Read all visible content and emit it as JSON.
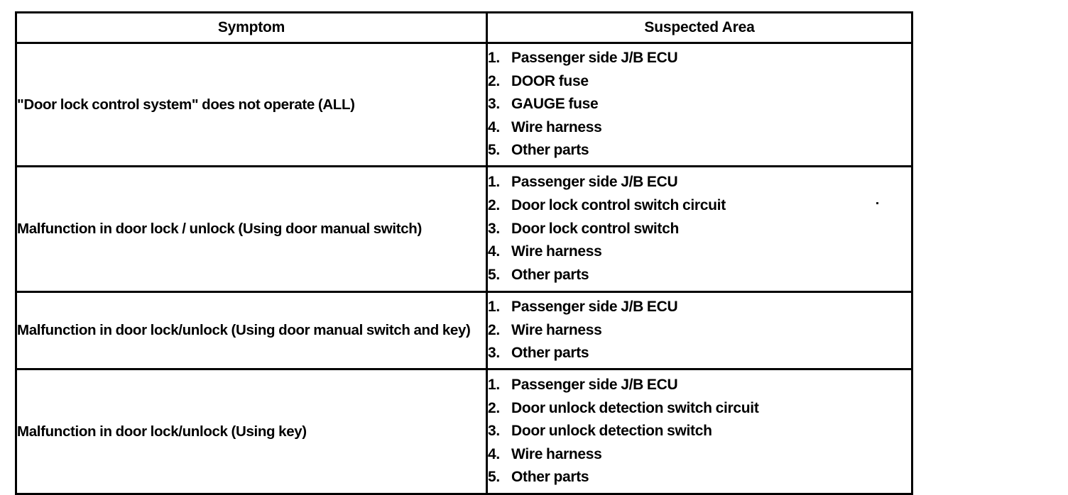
{
  "table": {
    "headers": {
      "symptom": "Symptom",
      "suspected_area": "Suspected Area"
    },
    "rows": [
      {
        "symptom": "\"Door lock control system\" does not operate (ALL)",
        "suspected_area": [
          {
            "num": "1.",
            "label": "Passenger side J/B ECU"
          },
          {
            "num": "2.",
            "label": "DOOR fuse"
          },
          {
            "num": "3.",
            "label": "GAUGE fuse"
          },
          {
            "num": "4.",
            "label": "Wire harness"
          },
          {
            "num": "5.",
            "label": "Other parts"
          }
        ]
      },
      {
        "symptom": "Malfunction in door lock / unlock (Using door manual switch)",
        "suspected_area": [
          {
            "num": "1.",
            "label": "Passenger side J/B ECU"
          },
          {
            "num": "2.",
            "label": "Door lock control switch circuit"
          },
          {
            "num": "3.",
            "label": "Door lock control switch"
          },
          {
            "num": "4.",
            "label": "Wire harness"
          },
          {
            "num": "5.",
            "label": "Other parts"
          }
        ]
      },
      {
        "symptom": "Malfunction in door lock/unlock (Using door manual switch and key)",
        "suspected_area": [
          {
            "num": "1.",
            "label": "Passenger side J/B ECU"
          },
          {
            "num": "2.",
            "label": "Wire harness"
          },
          {
            "num": "3.",
            "label": "Other parts"
          }
        ]
      },
      {
        "symptom": "Malfunction in door lock/unlock (Using key)",
        "suspected_area": [
          {
            "num": "1.",
            "label": "Passenger side J/B ECU"
          },
          {
            "num": "2.",
            "label": "Door unlock detection switch circuit"
          },
          {
            "num": "3.",
            "label": "Door unlock detection switch"
          },
          {
            "num": "4.",
            "label": "Wire harness"
          },
          {
            "num": "5.",
            "label": "Other parts"
          }
        ]
      }
    ]
  },
  "colors": {
    "ink": "#000000",
    "paper": "#ffffff"
  }
}
